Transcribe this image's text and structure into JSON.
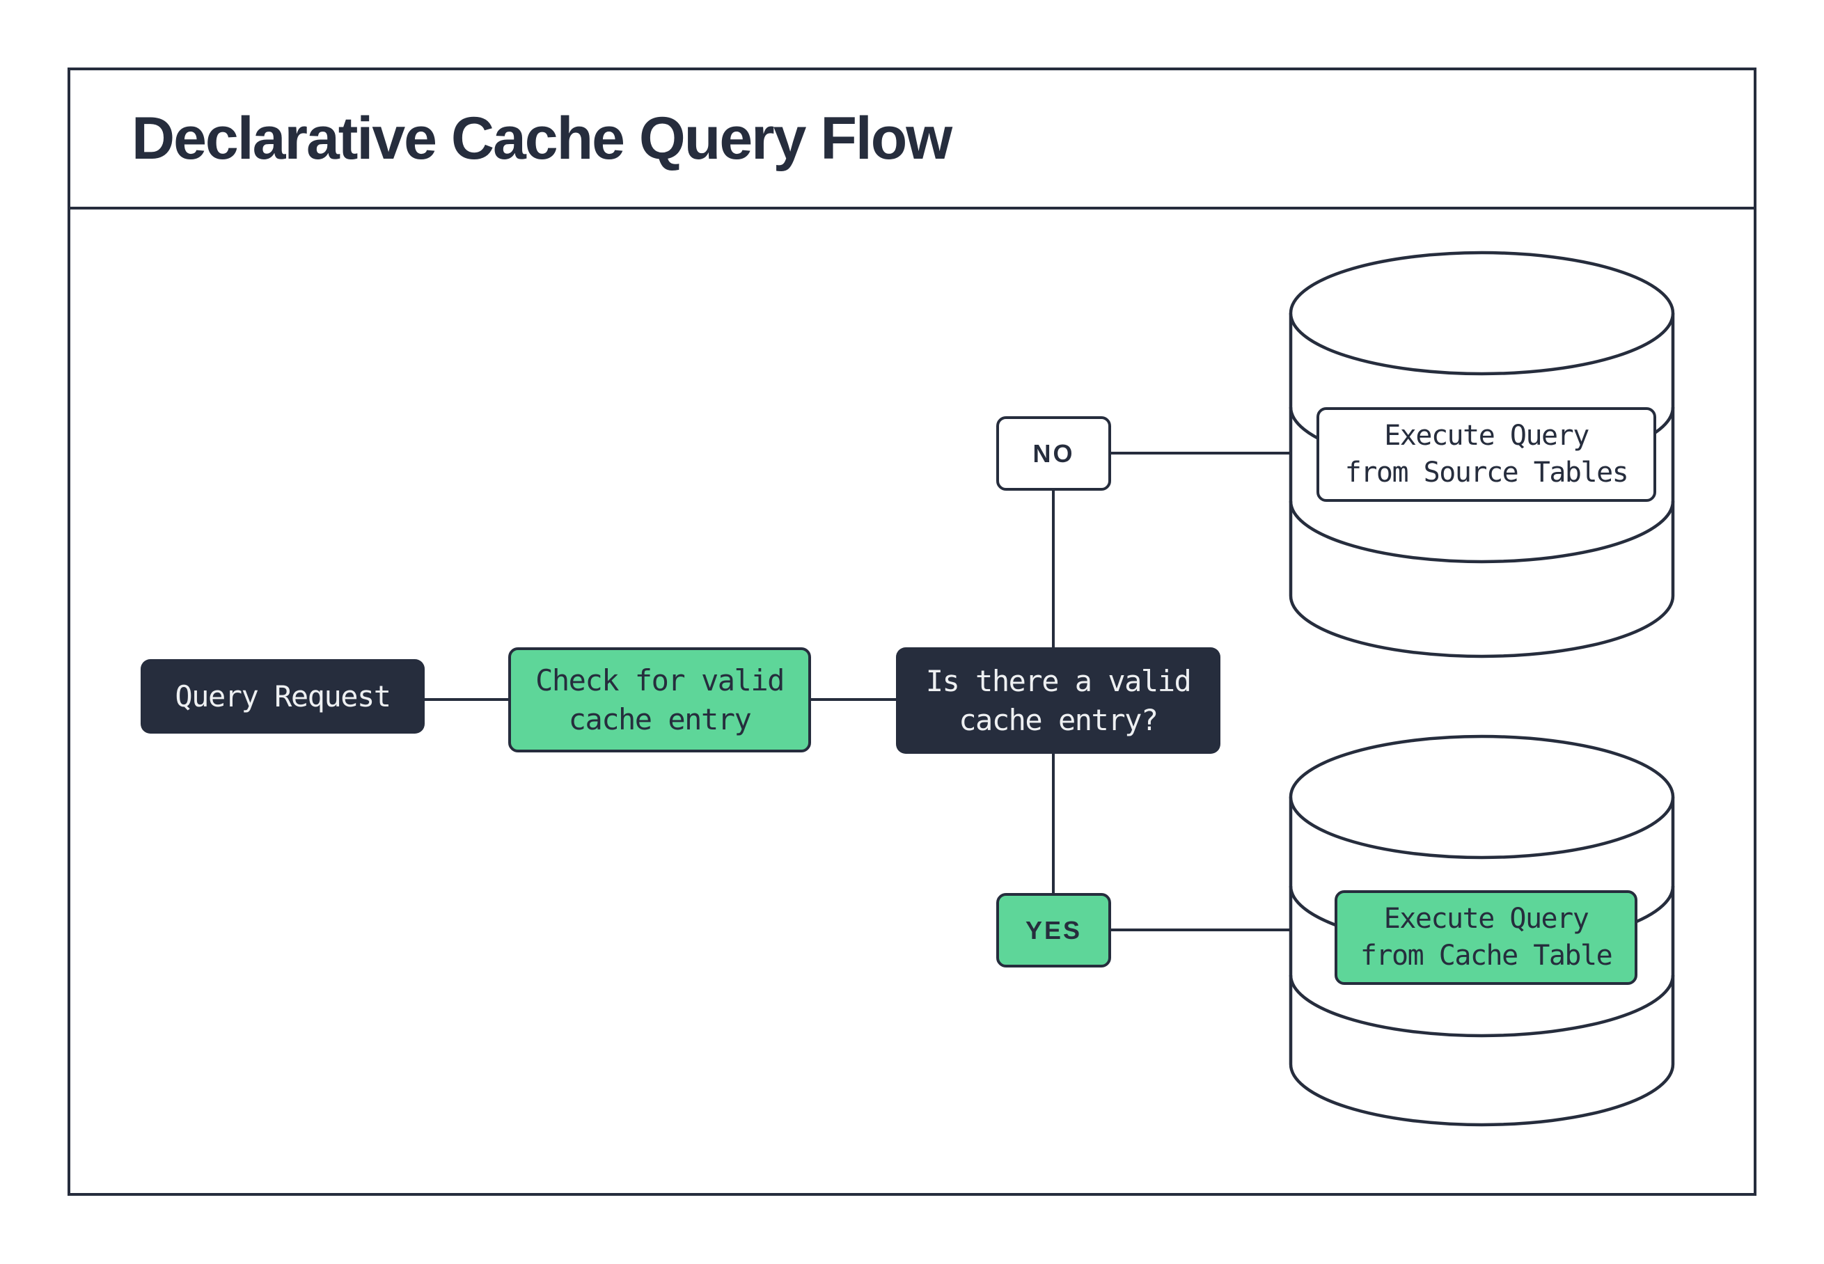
{
  "title": "Declarative Cache Query Flow",
  "colors": {
    "ink": "#262d3d",
    "green": "#5ed699",
    "paper": "#ffffff",
    "on_dark": "#eef0f2"
  },
  "nodes": {
    "query_request": {
      "label": "Query Request"
    },
    "check_cache": {
      "label": "Check for valid\ncache entry"
    },
    "decision": {
      "label": "Is there a valid\ncache entry?"
    },
    "no_branch": {
      "label": "NO"
    },
    "yes_branch": {
      "label": "YES"
    },
    "source_db": {
      "label": "Execute Query\nfrom Source Tables"
    },
    "cache_db": {
      "label": "Execute Query\nfrom Cache Table"
    }
  }
}
